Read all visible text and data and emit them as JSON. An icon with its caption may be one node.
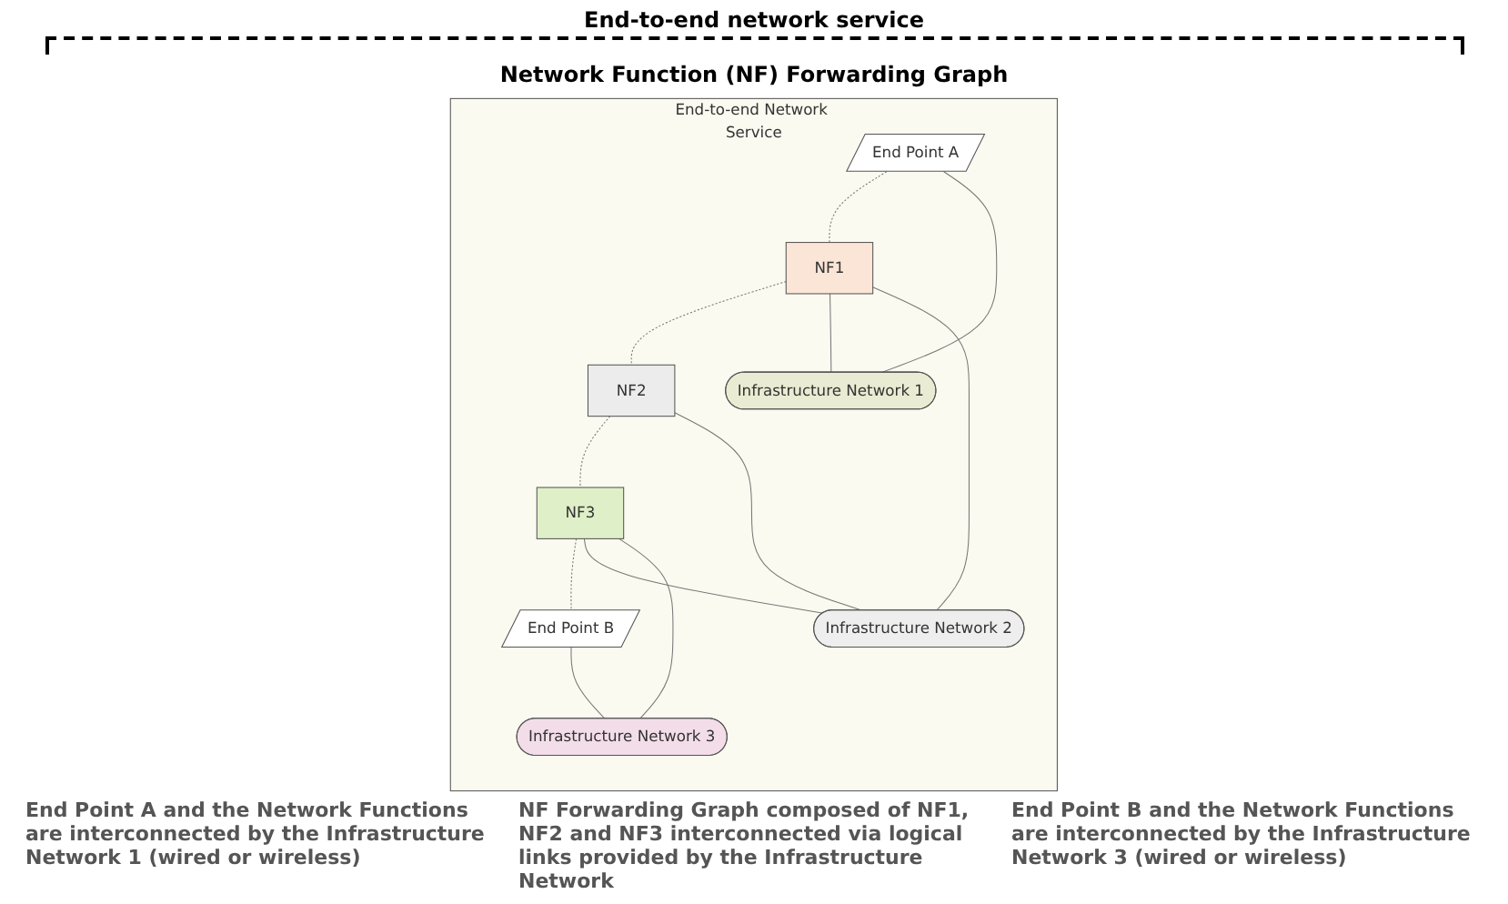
{
  "diagram": {
    "nodes": [
      {
        "text": [
          "End-to-end Network Service"
        ]
      },
      {
        "text": [
          "End Point A"
        ],
        "in": 0
      },
      {
        "text": [
          "NF1"
        ],
        "in": 0
      },
      {
        "text": [
          "NF2"
        ],
        "in": 0
      },
      {
        "text": [
          "NF3"
        ],
        "in": 0
      },
      {
        "text": [
          "End Point B"
        ],
        "in": 0
      },
      {
        "text": [
          "Infrastructure Network 1"
        ],
        "in": 0
      },
      {
        "text": [
          "Infrastructure Network 2"
        ],
        "in": 0
      },
      {
        "text": [
          "Infrastructure Network 3"
        ],
        "in": 0
      }
    ],
    "edges": [
      {
        "from": 1,
        "to": 2,
        "arrow": "none",
        "style": "dashed"
      },
      {
        "from": 2,
        "to": 3,
        "arrow": "none",
        "style": "dashed"
      },
      {
        "from": 3,
        "to": 4,
        "arrow": "none",
        "style": "dashed"
      },
      {
        "from": 4,
        "to": 5,
        "arrow": "none",
        "style": "dashed"
      },
      {
        "from": 1,
        "to": 6,
        "arrow": "none"
      },
      {
        "from": 2,
        "to": 6,
        "arrow": "none"
      },
      {
        "from": 2,
        "to": 7,
        "arrow": "none"
      },
      {
        "from": 3,
        "to": 7,
        "arrow": "none"
      },
      {
        "from": 4,
        "to": 7,
        "arrow": "none"
      },
      {
        "from": 4,
        "to": 8,
        "arrow": "none"
      },
      {
        "from": 5,
        "to": 8,
        "arrow": "none"
      }
    ],
    "labels": [
      "End-to-end network service",
      "Network Function (NF) Forwarding Graph",
      "End Point A and the Network Functions are interconnected by the Infrastructure Network 1 (wired or wireless)",
      "NF Forwarding Graph composed of NF1, NF2 and NF3 interconnected via logical links provided by the Infrastructure Network",
      "End Point B and the Network Functions are interconnected by the Infrastructure Network 3 (wired or wireless)"
    ]
  }
}
